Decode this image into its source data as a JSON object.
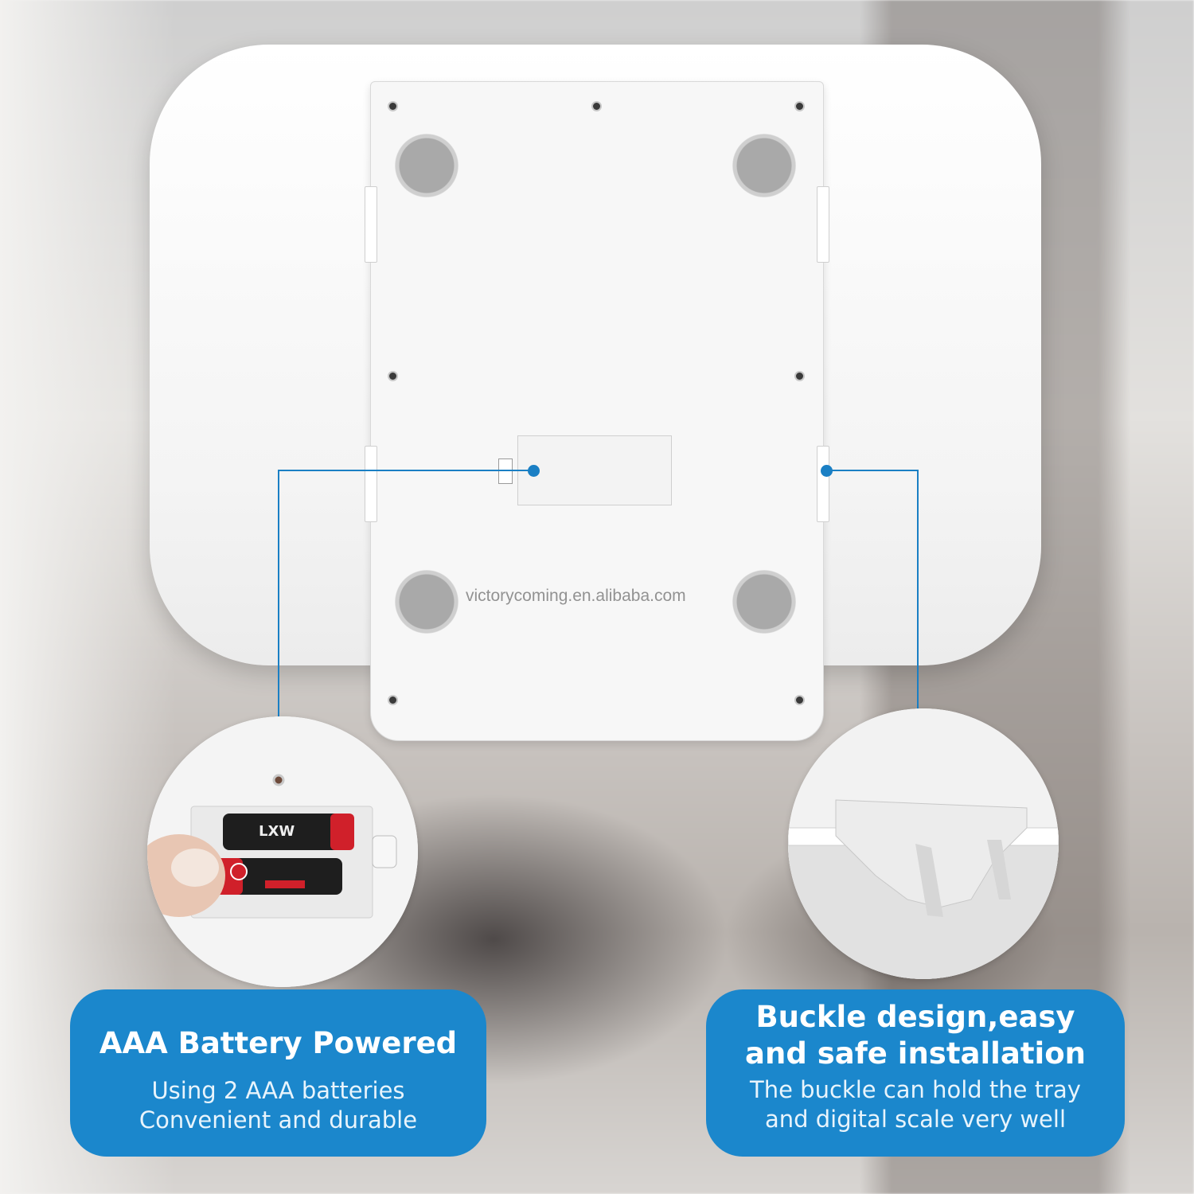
{
  "watermark": "victorycoming.en.alibaba.com",
  "colors": {
    "accent": "#1b87cc",
    "scale": "#ffffff"
  },
  "left_card": {
    "title": "AAA Battery Powered",
    "line1": "Using 2 AAA batteries",
    "line2": "Convenient and durable"
  },
  "right_card": {
    "title_line1": "Buckle design,easy",
    "title_line2": "and safe installation",
    "line1": "The buckle can hold the tray",
    "line2": "and digital scale very well"
  },
  "battery_label": "LXW"
}
